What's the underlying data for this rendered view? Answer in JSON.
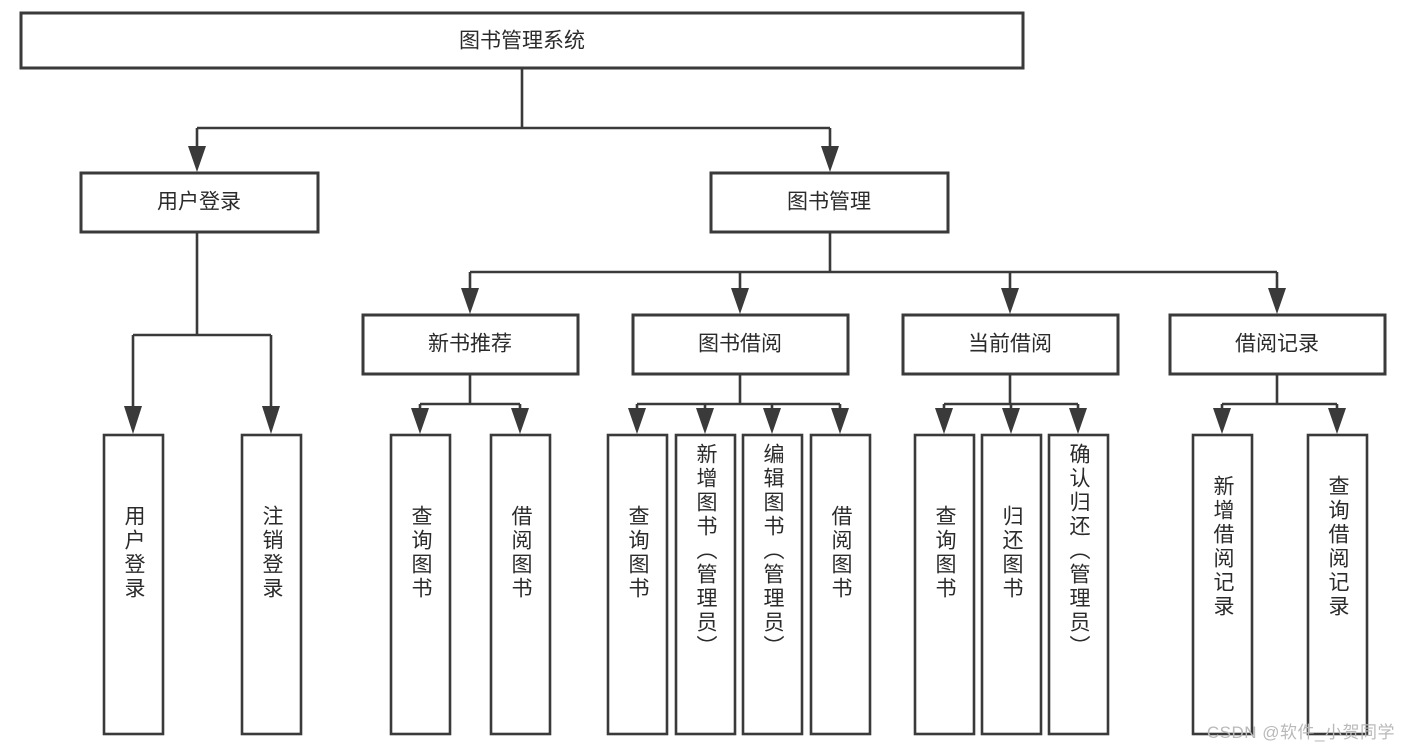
{
  "diagram": {
    "type": "tree",
    "title": "图书管理系统",
    "root": {
      "id": "root",
      "label": "图书管理系统"
    },
    "level2": [
      {
        "id": "user-login",
        "label": "用户登录"
      },
      {
        "id": "book-manage",
        "label": "图书管理"
      }
    ],
    "level3": [
      {
        "id": "new-book-recommend",
        "label": "新书推荐",
        "parent": "book-manage"
      },
      {
        "id": "book-borrow",
        "label": "图书借阅",
        "parent": "book-manage"
      },
      {
        "id": "current-borrow",
        "label": "当前借阅",
        "parent": "book-manage"
      },
      {
        "id": "borrow-record",
        "label": "借阅记录",
        "parent": "book-manage"
      }
    ],
    "leaves": {
      "user-login": [
        {
          "id": "leaf-user-login",
          "label": "用户登录"
        },
        {
          "id": "leaf-user-logout",
          "label": "注销登录"
        }
      ],
      "new-book-recommend": [
        {
          "id": "leaf-query-book-1",
          "label": "查询图书"
        },
        {
          "id": "leaf-borrow-book-1",
          "label": "借阅图书"
        }
      ],
      "book-borrow": [
        {
          "id": "leaf-query-book-2",
          "label": "查询图书"
        },
        {
          "id": "leaf-add-book",
          "label": "新增图书（管理员）"
        },
        {
          "id": "leaf-edit-book",
          "label": "编辑图书（管理员）"
        },
        {
          "id": "leaf-borrow-book-2",
          "label": "借阅图书"
        }
      ],
      "current-borrow": [
        {
          "id": "leaf-query-book-3",
          "label": "查询图书"
        },
        {
          "id": "leaf-return-book",
          "label": "归还图书"
        },
        {
          "id": "leaf-confirm-return",
          "label": "确认归还（管理员）"
        }
      ],
      "borrow-record": [
        {
          "id": "leaf-add-record",
          "label": "新增借阅记录"
        },
        {
          "id": "leaf-query-record",
          "label": "查询借阅记录"
        }
      ]
    },
    "colors": {
      "stroke": "#3a3a3a",
      "fill": "#ffffff",
      "text": "#2b2b2b",
      "watermark": "#b9b9b9"
    }
  },
  "watermark": {
    "text": "CSDN @软件_小贺同学"
  }
}
